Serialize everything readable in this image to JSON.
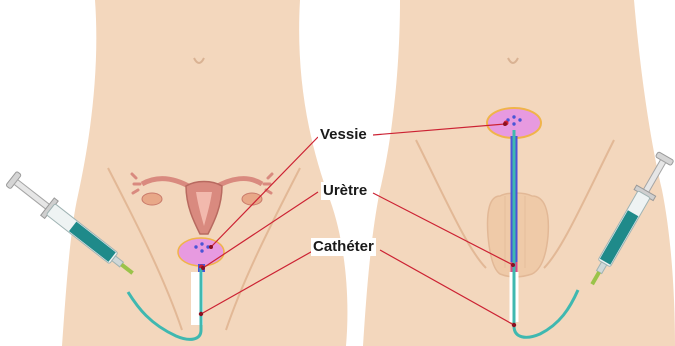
{
  "labels": {
    "bladder": "Vessie",
    "urethra": "Urètre",
    "catheter": "Cathéter"
  },
  "colors": {
    "skin": "#f3d7bd",
    "skin_shade": "#e9c5a4",
    "bladder": "#e79ae0",
    "bladder_outline": "#f0b44a",
    "urethra": "#4a55d6",
    "uterus": "#d98a7f",
    "leader_line": "#cc2233",
    "tube": "#3fb8b0",
    "syringe_fluid": "#1f8a8a"
  },
  "figures": [
    "female-pelvis",
    "male-pelvis"
  ]
}
